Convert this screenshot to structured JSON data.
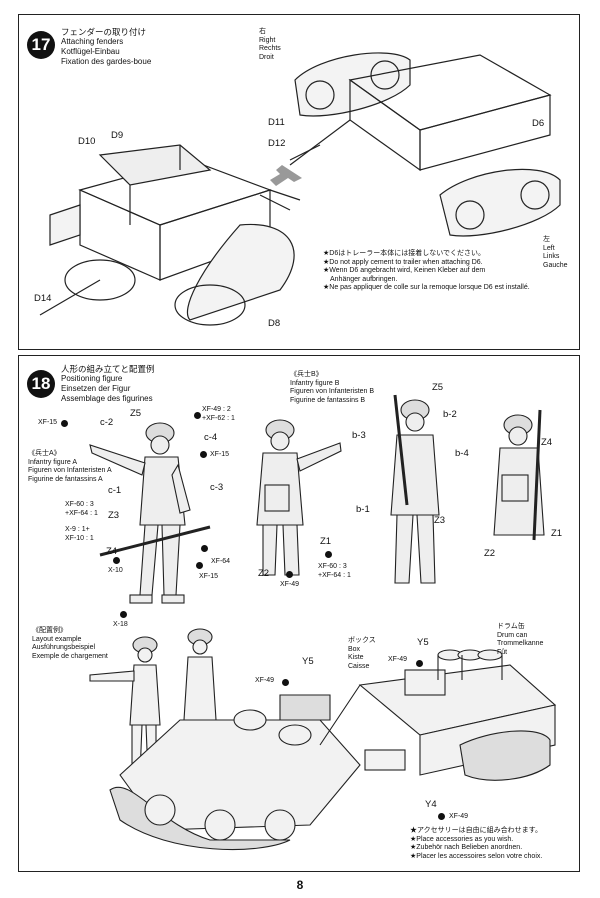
{
  "page_number": "8",
  "step17": {
    "number": "17",
    "title": [
      "フェンダーの取り付け",
      "Attaching fenders",
      "Kotflügel-Einbau",
      "Fixation des gardes-boue"
    ],
    "right_label": [
      "右",
      "Right",
      "Rechts",
      "Droit"
    ],
    "left_label": [
      "左",
      "Left",
      "Links",
      "Gauche"
    ],
    "parts": {
      "d10": "D10",
      "d9": "D9",
      "d11": "D11",
      "d12": "D12",
      "d6": "D6",
      "d14": "D14",
      "d8": "D8"
    },
    "note": [
      "★D6はトレーラー本体には接着しないでください。",
      "★Do not apply cement to trailer when attaching D6.",
      "★Wenn D6 angebracht wird, Keinen Kleber auf dem",
      "Anhänger aufbringen.",
      "★Ne pas appliquer de colle sur la remoque lorsque D6 est installé."
    ]
  },
  "step18": {
    "number": "18",
    "title": [
      "人形の組み立てと配置例",
      "Positioning figure",
      "Einsetzen der Figur",
      "Assemblage des figurines"
    ],
    "figure_a": [
      "《兵士A》",
      "Infantry figure A",
      "Figuren von Infanteristen A",
      "Figurine de fantassins A"
    ],
    "figure_b": [
      "《兵士B》",
      "Infantry figure B",
      "Figuren von Infanteristen B",
      "Figurine de fantassins B"
    ],
    "labels_a": {
      "z5": "Z5",
      "c2": "c-2",
      "c4": "c-4",
      "c1": "c-1",
      "c3": "c-3",
      "z3": "Z3",
      "z4": "Z4",
      "xf15_a": "XF-15",
      "xf15_b": "XF-15",
      "xf15_c": "XF-15",
      "xf49_62": [
        "XF-49 : 2",
        "+XF-62 : 1"
      ],
      "xf60_64": [
        "XF-60 : 3",
        "+XF-64 : 1"
      ],
      "x9_xf10": [
        "X-9 : 1+",
        "XF-10 : 1"
      ],
      "xf64": "XF-64",
      "x10": "X-10",
      "x18": "X-18"
    },
    "labels_back_a": {
      "z1": "Z1",
      "z2": "Z2",
      "xf49": "XF-49",
      "xf60_64": [
        "XF-60 : 3",
        "+XF-64 : 1"
      ]
    },
    "labels_b": {
      "z5": "Z5",
      "b2": "b-2",
      "b3": "b-3",
      "b4": "b-4",
      "b1": "b-1",
      "z3": "Z3"
    },
    "labels_back_b": {
      "z4": "Z4",
      "z1": "Z1",
      "z2": "Z2"
    },
    "layout_example": [
      "《配置例》",
      "Layout example",
      "Ausführungsbeispiel",
      "Exemple de chargement"
    ],
    "box": [
      "ボックス",
      "Box",
      "Kiste",
      "Caisse"
    ],
    "drum": [
      "ドラム缶",
      "Drum can",
      "Trommelkanne",
      "Fût"
    ],
    "scene": {
      "y5_a": "Y5",
      "y5_b": "Y5",
      "y4": "Y4",
      "xf49_a": "XF-49",
      "xf49_b": "XF-49",
      "xf49_c": "XF-49"
    },
    "accessory_note": [
      "★アクセサリーは自由に組み合わせます。",
      "★Place accessories as you wish.",
      "★Zubehör nach Belieben anordnen.",
      "★Placer les accessoires selon votre choix."
    ]
  }
}
